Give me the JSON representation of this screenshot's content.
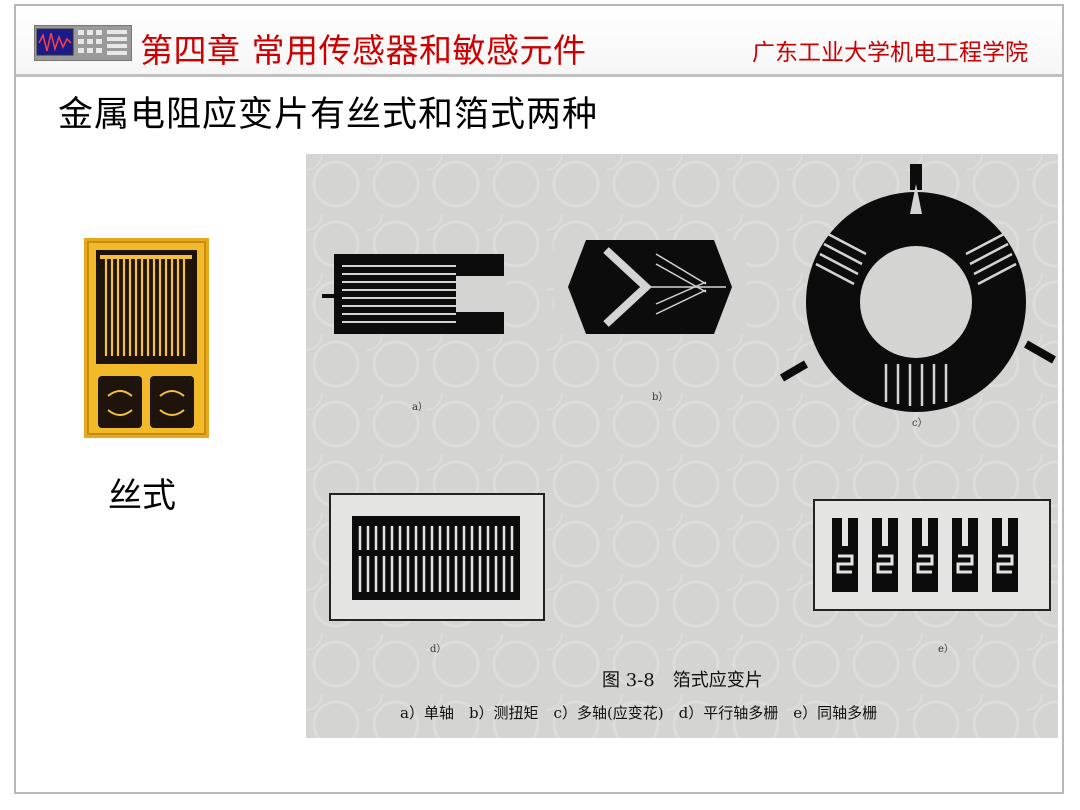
{
  "header": {
    "chapter_title": "第四章 常用传感器和敏感元件",
    "school": "广东工业大学机电工程学院",
    "logo_icon": "oscilloscope-icon",
    "accent_color": "#cc0000"
  },
  "slide": {
    "title": "金属电阻应变片有丝式和箔式两种",
    "wire_type_label": "丝式"
  },
  "figure": {
    "title": "图 3-8　箔式应变片",
    "items": "a）单轴　b）测扭矩　c）多轴(应变花)　d）平行轴多栅　e）同轴多栅",
    "sublabels": {
      "a": "a）",
      "b": "b）",
      "c": "c）",
      "d": "d）",
      "e": "e）"
    }
  }
}
